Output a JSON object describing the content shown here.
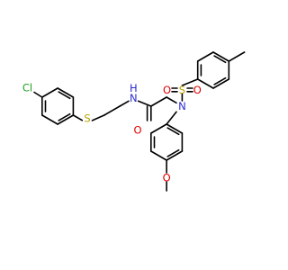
{
  "labels": {
    "chlorine": "Cl",
    "sulfur_thioether": "S",
    "amide_nitrogen_h": "N",
    "amide_hydrogen": "H",
    "carbonyl_oxygen": "O",
    "sulfonamide_nitrogen": "N",
    "sulfonyl_sulfur": "S",
    "sulfonyl_oxygen_left": "O",
    "sulfonyl_oxygen_right": "O",
    "methoxy_oxygen": "O"
  },
  "colors": {
    "bond": "#000000",
    "chlorine": "#1fa01f",
    "sulfur": "#b8a000",
    "nitrogen": "#2a2ad0",
    "oxygen": "#e00000"
  }
}
